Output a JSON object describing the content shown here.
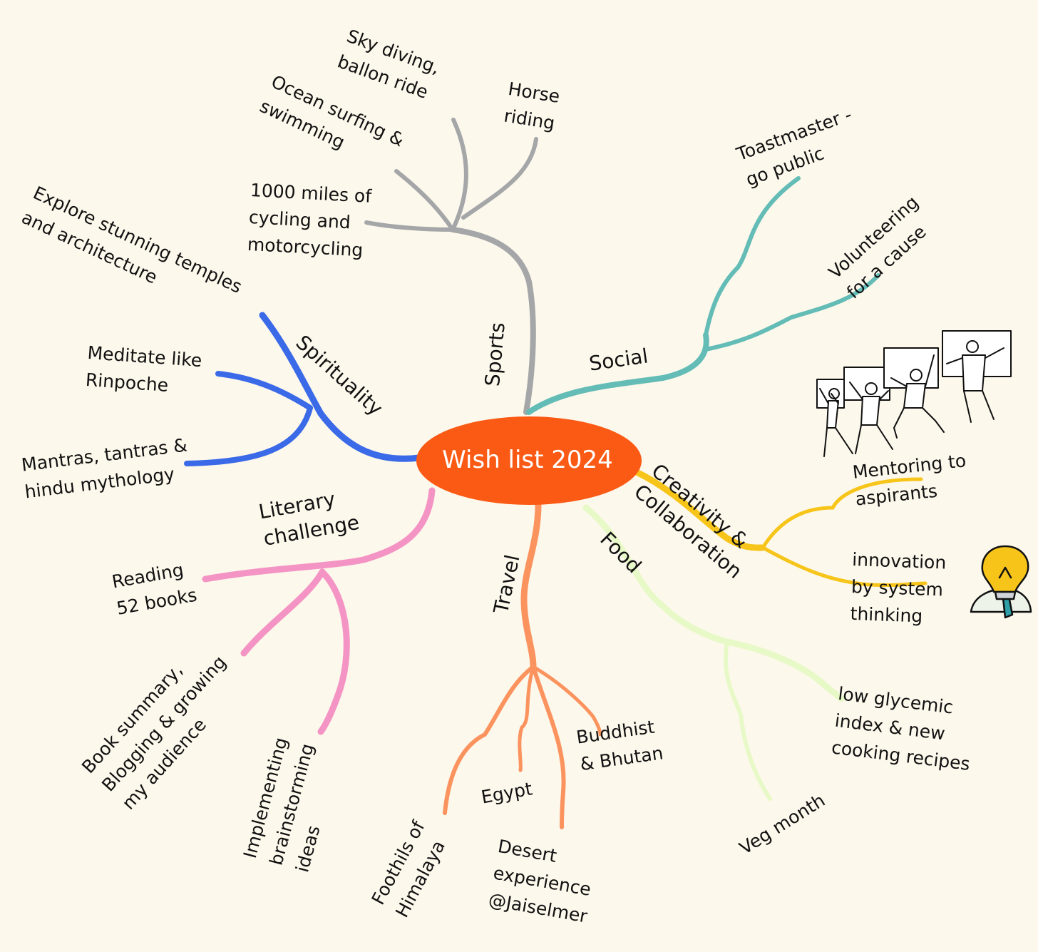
{
  "center": {
    "title": "Wish list 2024",
    "color": "#fa5a14"
  },
  "branches": [
    {
      "id": "sports",
      "label": "Sports",
      "color": "#a4a6a8",
      "items": [
        "Sky diving,\nballon ride",
        "Horse\nriding",
        "Ocean surfing &\nswimming",
        "1000 miles of\ncycling and\nmotorcycling"
      ]
    },
    {
      "id": "social",
      "label": "Social",
      "color": "#63bcb6",
      "items": [
        "Toastmaster -\ngo public",
        "Volunteering\nfor a cause"
      ]
    },
    {
      "id": "spirituality",
      "label": "Spirituality",
      "color": "#3b6ae8",
      "items": [
        "Explore stunning temples\nand architecture",
        "Meditate like\nRinpoche",
        "Mantras, tantras &\nhindu mythology"
      ]
    },
    {
      "id": "creativity",
      "label": "Creativity &\nCollaboration",
      "color": "#f7c51a",
      "items": [
        "Mentoring to\naspirants",
        "innovation\nby system\nthinking"
      ]
    },
    {
      "id": "literary",
      "label": "Literary\nchallenge",
      "color": "#f494c4",
      "items": [
        "Reading\n52 books",
        "Book summary,\nBlogging & growing\nmy audience",
        "Implementing\nbrainstorming\nideas"
      ]
    },
    {
      "id": "travel",
      "label": "Travel",
      "color": "#fb935e",
      "items": [
        "Foothils of\nHimalaya",
        "Egypt",
        "Desert\nexperience\n@Jaiselmer",
        "Buddhist\n& Bhutan"
      ]
    },
    {
      "id": "food",
      "label": "Food",
      "color": "#e8f9c8",
      "items": [
        "low glycemic\nindex & new\ncooking recipes",
        "Veg month"
      ]
    }
  ],
  "illustrations": [
    {
      "icon": "people-holding-frames-icon",
      "color": "#111111"
    },
    {
      "icon": "lightbulb-person-icon",
      "color": "#f7c51a"
    }
  ]
}
